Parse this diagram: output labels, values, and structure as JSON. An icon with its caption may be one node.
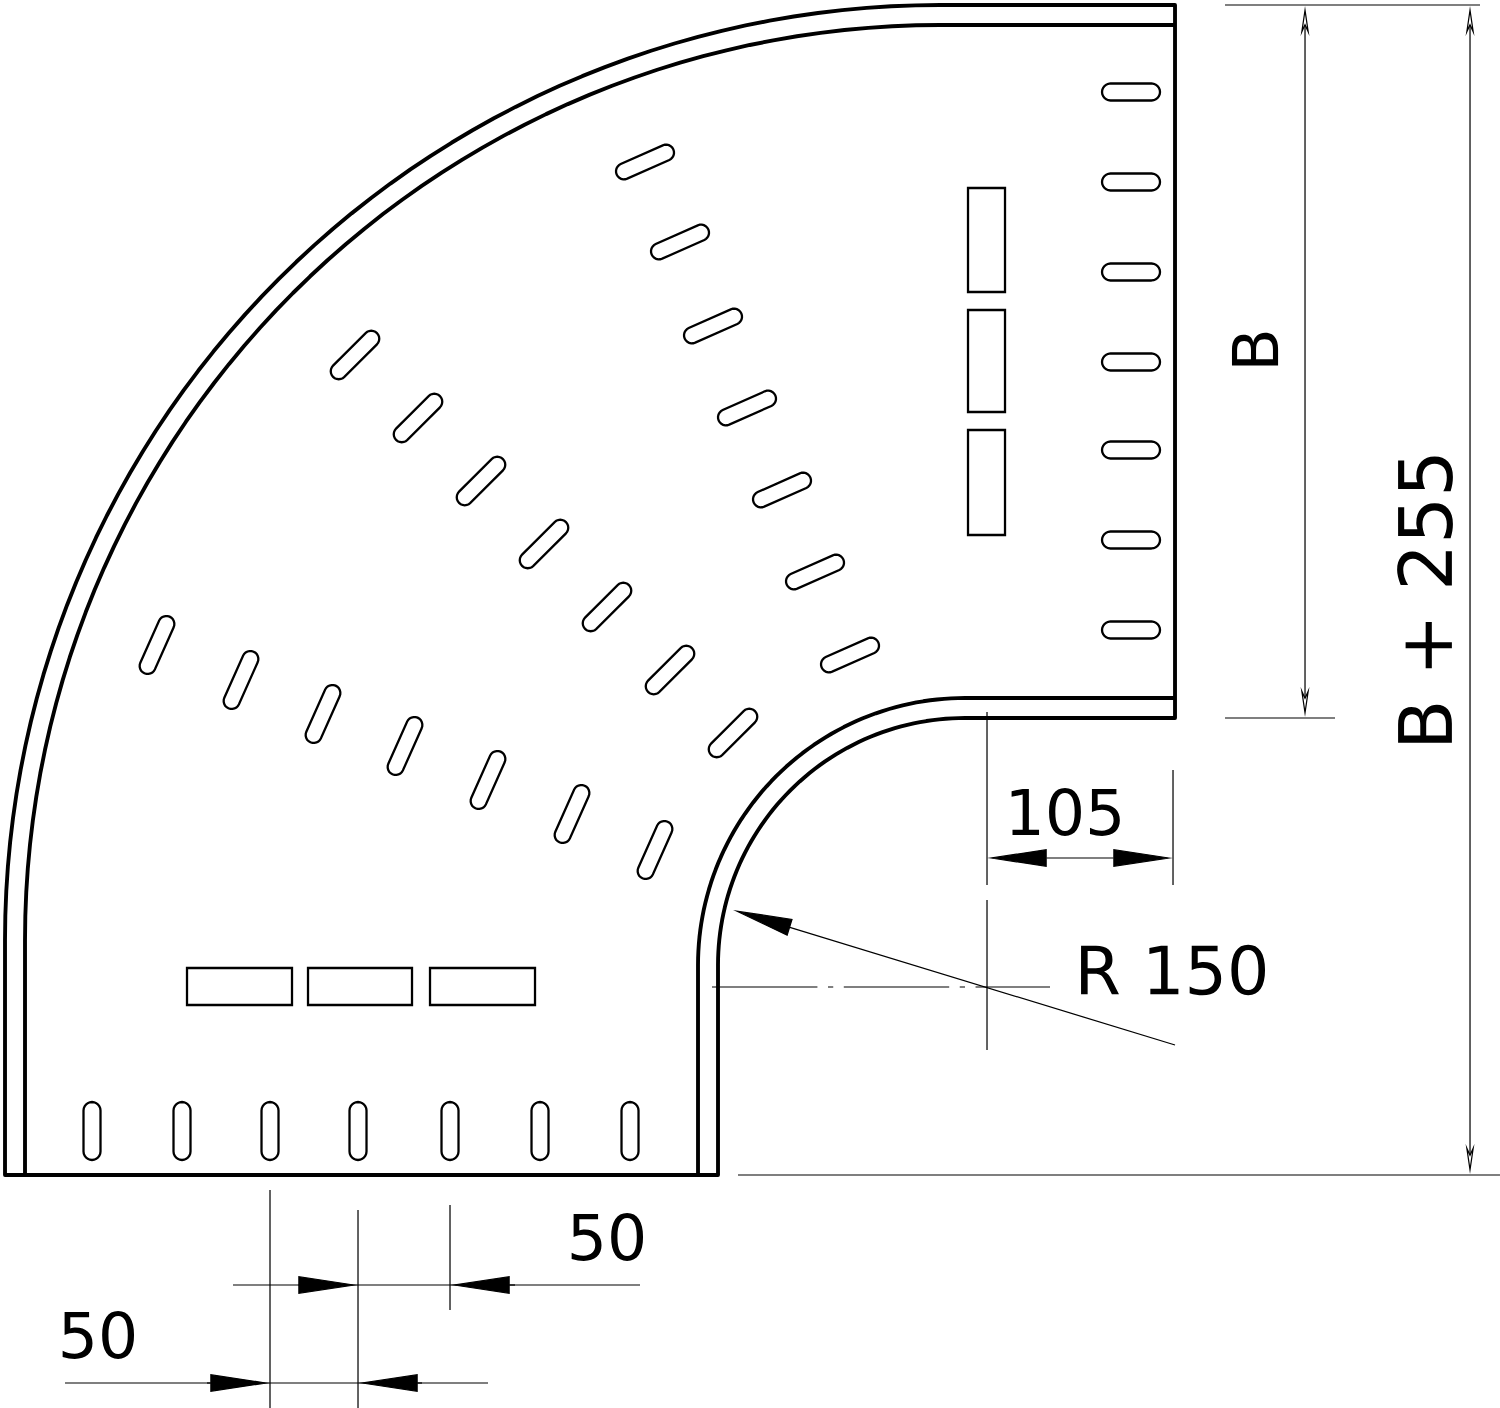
{
  "diagram": {
    "labels": [
      "B",
      "B + 255",
      "105",
      "R 150",
      "50",
      "50"
    ]
  }
}
